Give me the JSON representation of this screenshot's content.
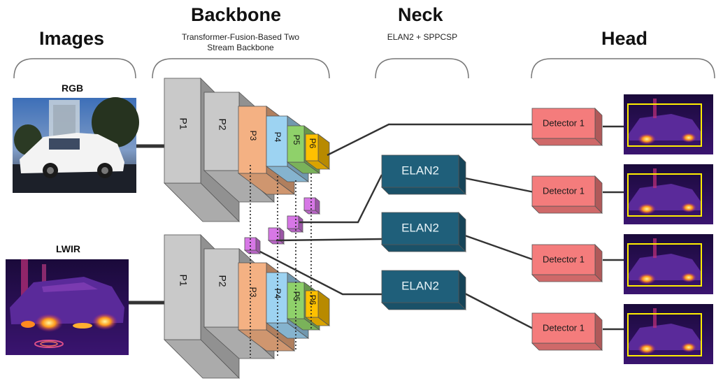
{
  "sections": {
    "images": {
      "title": "Images"
    },
    "backbone": {
      "title": "Backbone",
      "subtitle_line1": "Transformer-Fusion-Based Two",
      "subtitle_line2": "Stream Backbone"
    },
    "neck": {
      "title": "Neck",
      "subtitle": "ELAN2 + SPPCSP"
    },
    "head": {
      "title": "Head"
    }
  },
  "inputs": {
    "rgb_label": "RGB",
    "lwir_label": "LWIR"
  },
  "backbone_levels": [
    "P1",
    "P2",
    "P3",
    "P4",
    "P5",
    "P6"
  ],
  "neck_blocks": [
    "ELAN2",
    "ELAN2",
    "ELAN2"
  ],
  "detectors": [
    "Detector 1",
    "Detector 1",
    "Detector 1",
    "Detector 1"
  ],
  "colors": {
    "grey_block": "#c9c9c9",
    "p3": "#f4b183",
    "p4": "#9dd3f2",
    "p5": "#8fd16a",
    "p6": "#ffc000",
    "fusion": "#d777e6",
    "elan": "#1f5f7a",
    "detector": "#f47c7c"
  }
}
